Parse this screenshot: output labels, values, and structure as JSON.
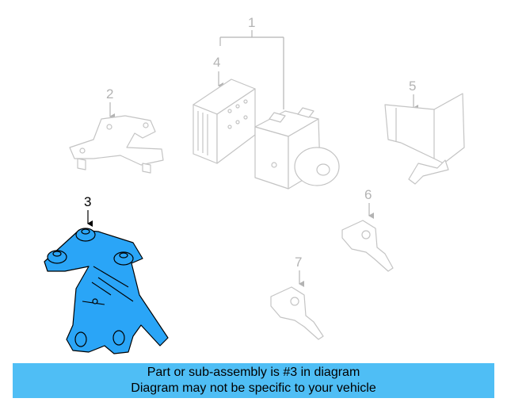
{
  "callouts": {
    "c1": "1",
    "c2": "2",
    "c3": "3",
    "c4": "4",
    "c5": "5",
    "c6": "6",
    "c7": "7"
  },
  "highlight_color": "#2aa5f7",
  "banner": {
    "line1": "Part or sub-assembly is #3 in diagram",
    "line2": "Diagram may not be specific to your vehicle",
    "color": "#4fbef5"
  }
}
